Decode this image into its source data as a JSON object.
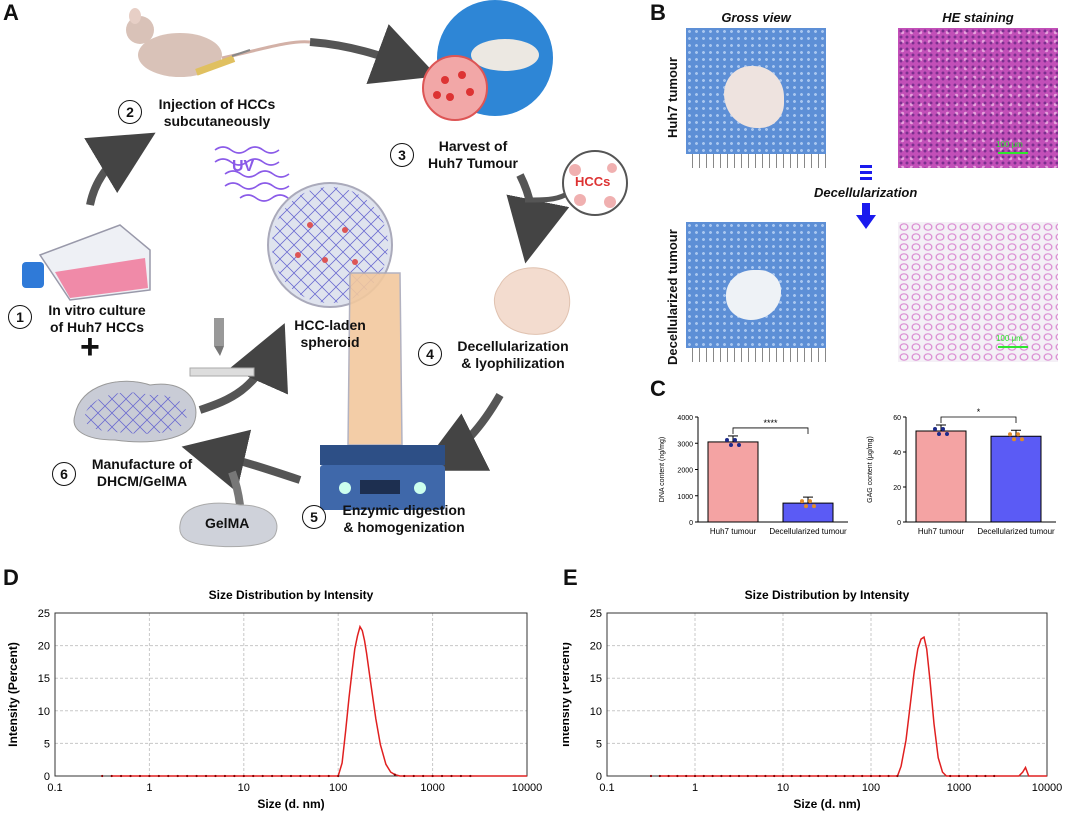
{
  "panels": {
    "a": "A",
    "b": "B",
    "c": "C",
    "d": "D",
    "e": "E"
  },
  "panel_a": {
    "steps": [
      {
        "num": "1",
        "text_line1": "In vitro culture",
        "text_line2": "of Huh7 HCCs"
      },
      {
        "num": "2",
        "text_line1": "Injection of HCCs",
        "text_line2": "subcutaneously"
      },
      {
        "num": "3",
        "text_line1": "Harvest of",
        "text_line2": "Huh7 Tumour"
      },
      {
        "num": "4",
        "text_line1": "Decellularization",
        "text_line2": "& lyophilization"
      },
      {
        "num": "5",
        "text_line1": "Enzymic digestion",
        "text_line2": "& homogenization"
      },
      {
        "num": "6",
        "text_line1": "Manufacture of",
        "text_line2": "DHCM/GelMA"
      }
    ],
    "uv_label": "UV",
    "hccs_label": "HCCs",
    "spheroid_line1": "HCC-laden",
    "spheroid_line2": "spheroid",
    "gelma_label": "GelMA",
    "plus_sign": "+"
  },
  "panel_b": {
    "col_gross": "Gross view",
    "col_he": "HE staining",
    "row_huh7": "Huh7 tumour",
    "row_decell": "Decellularized tumour",
    "arrow_label": "Decellularization",
    "scale_bar": "100 μm"
  },
  "panel_c": {
    "chart_data": [
      {
        "type": "bar",
        "categories": [
          "Huh7 tumour",
          "Decellularized tumour"
        ],
        "values": [
          3050,
          720
        ],
        "colors": [
          "#f4a3a3",
          "#5b5bf5"
        ],
        "ylabel": "DNA content (ng/mg)",
        "ylim": [
          0,
          4000
        ],
        "yticks": [
          "0",
          "1000",
          "2000",
          "3000",
          "4000"
        ],
        "significance": "****"
      },
      {
        "type": "bar",
        "categories": [
          "Huh7 tumour",
          "Decellularized tumour"
        ],
        "values": [
          52,
          49
        ],
        "colors": [
          "#f4a3a3",
          "#5b5bf5"
        ],
        "ylabel": "GAG content (μg/mg)",
        "ylim": [
          0,
          60
        ],
        "yticks": [
          "0",
          "20",
          "40",
          "60"
        ],
        "significance": "*"
      }
    ]
  },
  "chart_data": [
    {
      "type": "line",
      "title": "Size Distribution by Intensity",
      "xlabel": "Size (d. nm)",
      "ylabel": "Intensity (Percent)",
      "x_scale": "log",
      "xlim": [
        0.1,
        10000
      ],
      "ylim": [
        0,
        25
      ],
      "xticks": [
        "0.1",
        "1",
        "10",
        "100",
        "1000",
        "10000"
      ],
      "yticks": [
        "0",
        "5",
        "10",
        "15",
        "20",
        "25"
      ],
      "grid": true,
      "series": [
        {
          "color": "#e02020",
          "x": [
            0.4,
            100,
            110,
            120,
            130,
            140,
            150,
            160,
            170,
            180,
            190,
            200,
            220,
            250,
            280,
            320,
            360,
            400,
            450,
            10000
          ],
          "y": [
            0,
            0,
            2,
            7,
            12,
            16,
            19.5,
            21.5,
            22.9,
            22.3,
            20.8,
            18.8,
            14.5,
            8.8,
            4.8,
            1.8,
            0.6,
            0.2,
            0,
            0
          ]
        }
      ]
    },
    {
      "type": "line",
      "title": "Size Distribution by Intensity",
      "xlabel": "Size (d. nm)",
      "ylabel": "Intensity (Percent)",
      "x_scale": "log",
      "xlim": [
        0.1,
        10000
      ],
      "ylim": [
        0,
        25
      ],
      "xticks": [
        "0.1",
        "1",
        "10",
        "100",
        "1000",
        "10000"
      ],
      "yticks": [
        "0",
        "5",
        "10",
        "15",
        "20",
        "25"
      ],
      "grid": true,
      "series": [
        {
          "color": "#e02020",
          "x": [
            0.4,
            200,
            220,
            250,
            280,
            310,
            340,
            370,
            400,
            430,
            470,
            520,
            580,
            650,
            720,
            4800,
            5300,
            5700,
            6200,
            10000
          ],
          "y": [
            0,
            0,
            1.5,
            5.5,
            11,
            16,
            19.5,
            21,
            21.3,
            19.5,
            14.5,
            8,
            2.8,
            0.6,
            0,
            0,
            0.6,
            1.3,
            0,
            0
          ]
        }
      ]
    }
  ]
}
